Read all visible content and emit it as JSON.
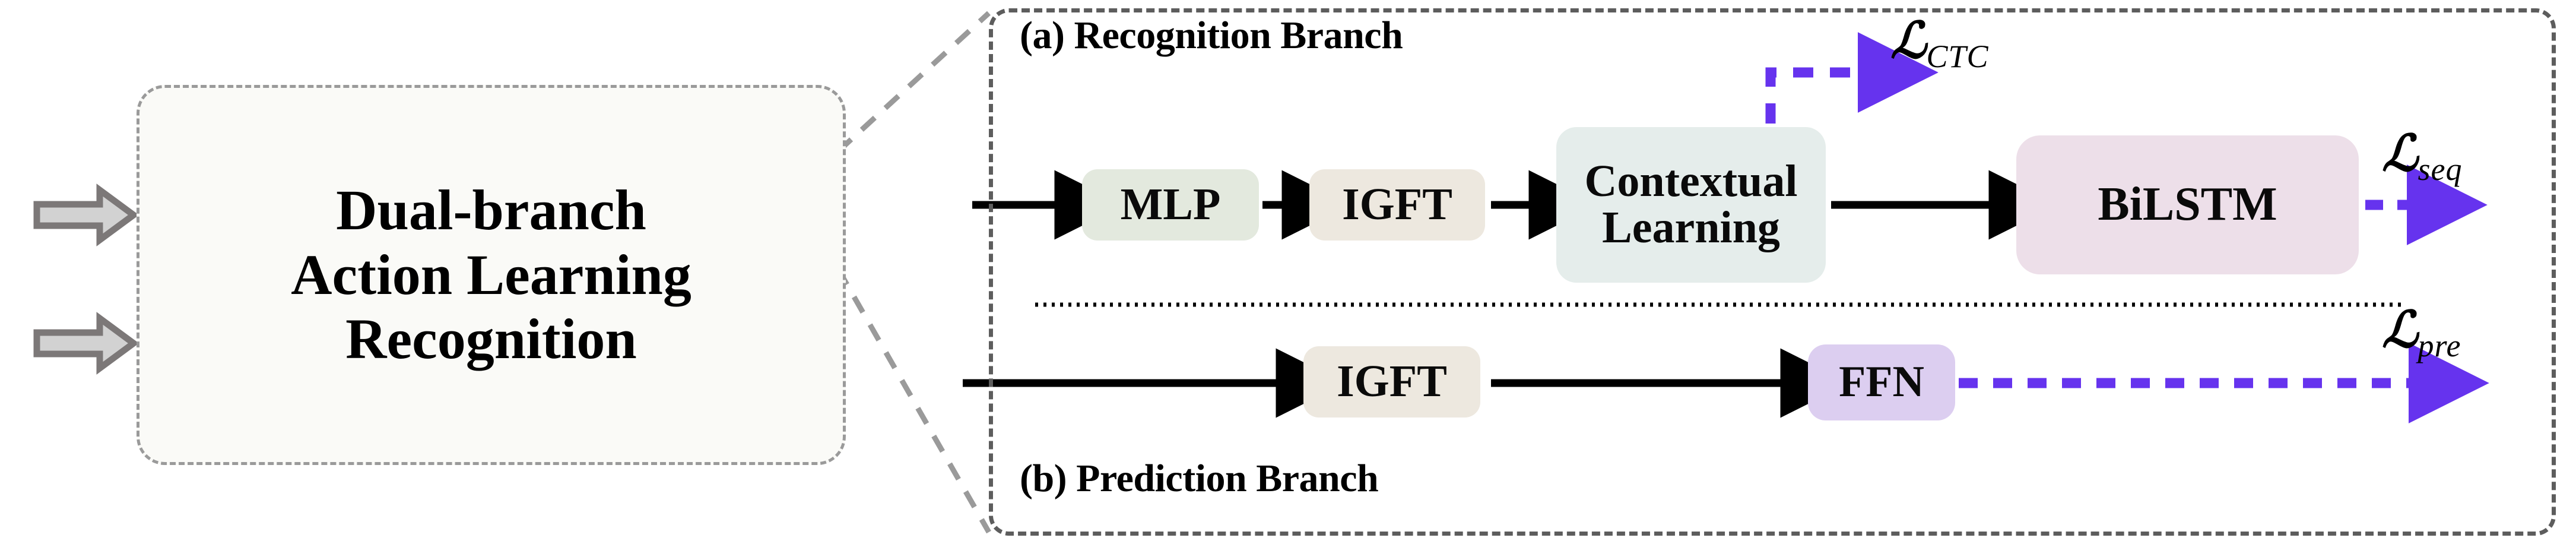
{
  "overview": {
    "title_lines": [
      "Dual-branch",
      "Action Learning",
      "Recognition"
    ],
    "input_arrows": [
      "input-arrow-top",
      "input-arrow-bottom"
    ]
  },
  "right_panel": {
    "branch_a_title": "(a) Recognition Branch",
    "branch_b_title": "(b) Prediction Branch"
  },
  "blocks": {
    "mlp": {
      "label": "MLP",
      "color": "#E3E9DE"
    },
    "igft_top": {
      "label": "IGFT",
      "color": "#EDE8DF"
    },
    "ctx_line1": "Contextual",
    "ctx_line2": "Learning",
    "ctx": {
      "color": "#E5EDEB"
    },
    "bilstm": {
      "label": "BiLSTM",
      "color": "#EDDFE9"
    },
    "igft_bot": {
      "label": "IGFT",
      "color": "#EDE8DF"
    },
    "ffn": {
      "label": "FFN",
      "color": "#DCCEF0"
    }
  },
  "losses": {
    "ctc": {
      "symbol": "ℒ",
      "subscript": "CTC"
    },
    "seq": {
      "symbol": "ℒ",
      "subscript": "seq"
    },
    "pre": {
      "symbol": "ℒ",
      "subscript": "pre"
    }
  },
  "colors": {
    "loss_arrow_purple": "#6633EE",
    "panel_dash_gray": "#5D5D5D",
    "overview_dash_gray": "#9A9A9A",
    "input_arrow_fill": "#D2D2D2",
    "input_arrow_stroke": "#7C7878",
    "flow_arrow_black": "#000000",
    "overview_bg": "#FAFAF7"
  }
}
